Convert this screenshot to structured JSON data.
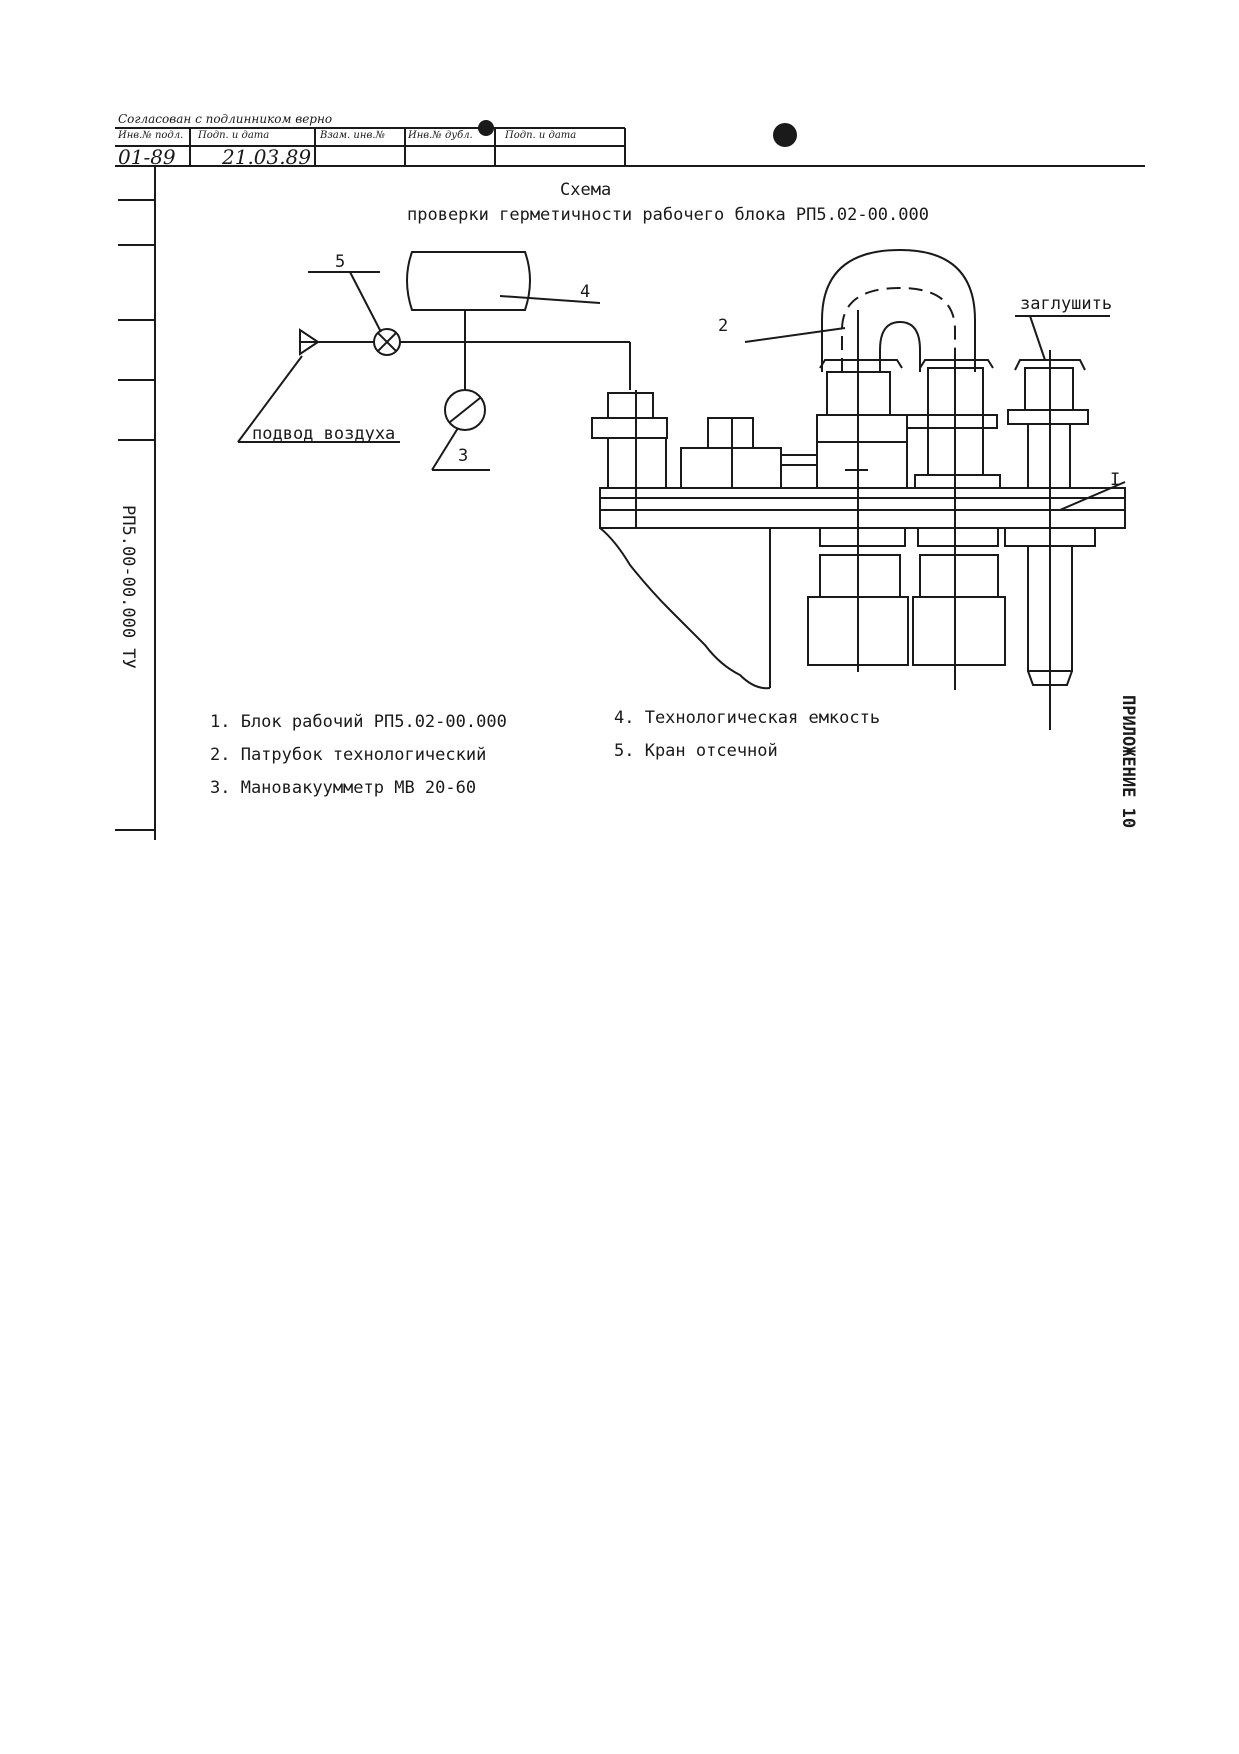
{
  "stamp": {
    "top_line": "Согласован с подлинником  верно",
    "headers": [
      "Инв.№ подл.",
      "Подп. и дата",
      "Взам. инв.№",
      "Инв.№ дубл.",
      "Подп. и дата"
    ],
    "inv_value": "01-89",
    "date_value": "21.03.89"
  },
  "side_label": "РП5.00-00.000 ТУ",
  "appendix_label": "ПРИЛОЖЕНИЕ 10",
  "title": {
    "line1": "Схема",
    "line2": "проверки герметичности рабочего блока РП5.02-00.000"
  },
  "callouts": {
    "c1": "I",
    "c2": "2",
    "c3": "3",
    "c4": "4",
    "c5": "5",
    "air_supply": "подвод воздуха",
    "plug": "заглушить"
  },
  "legend": [
    "1. Блок рабочий РП5.02-00.000",
    "2. Патрубок технологический",
    "3. Мановакуумметр МВ 20-60",
    "4. Технологическая емкость",
    "5. Кран отсечной"
  ]
}
